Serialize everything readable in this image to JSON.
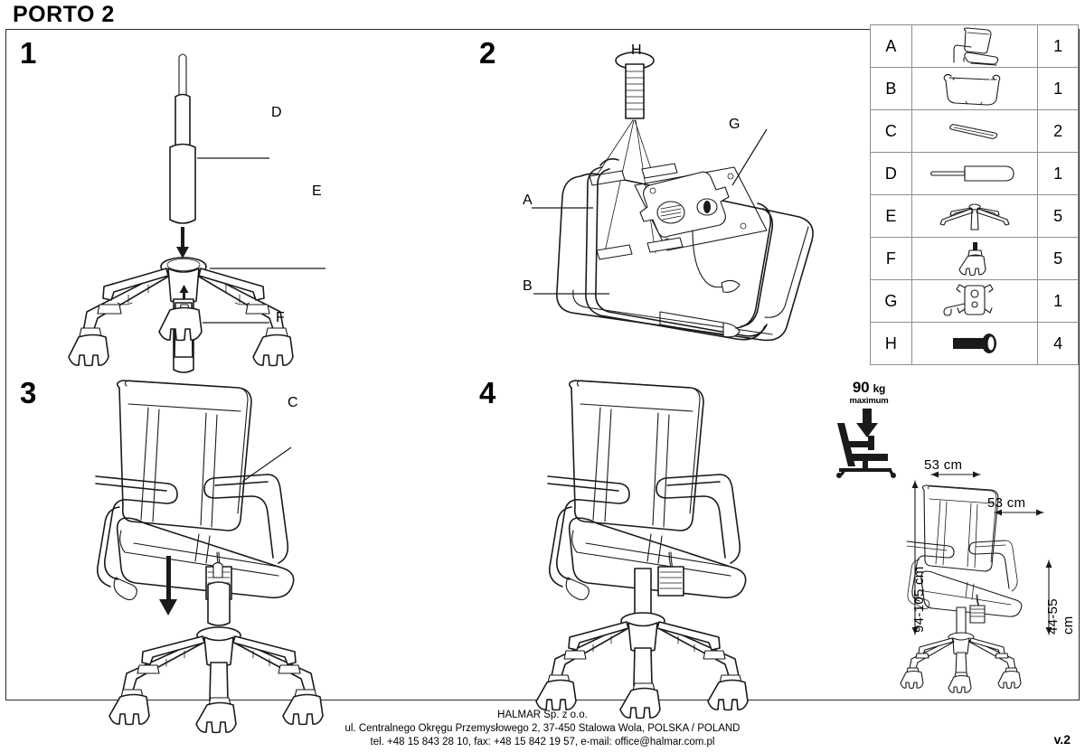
{
  "document": {
    "product_title": "PORTO 2",
    "version": "v.2"
  },
  "steps": [
    {
      "number": "1",
      "labels": [
        "D",
        "E",
        "F"
      ]
    },
    {
      "number": "2",
      "labels": [
        "H",
        "G",
        "A",
        "B"
      ]
    },
    {
      "number": "3",
      "labels": [
        "C"
      ]
    },
    {
      "number": "4",
      "labels": []
    }
  ],
  "step1_callouts": {
    "gas_lift": "D",
    "base": "E",
    "caster": "F"
  },
  "step2_callouts": {
    "bolt": "H",
    "mechanism": "G",
    "seat": "A",
    "armframe": "B"
  },
  "step3_callouts": {
    "armpad": "C"
  },
  "parts_table": {
    "rows": [
      {
        "letter": "A",
        "icon": "seat-backrest-icon",
        "qty": "1"
      },
      {
        "letter": "B",
        "icon": "arm-frame-icon",
        "qty": "1"
      },
      {
        "letter": "C",
        "icon": "arm-pad-icon",
        "qty": "2"
      },
      {
        "letter": "D",
        "icon": "gas-lift-icon",
        "qty": "1"
      },
      {
        "letter": "E",
        "icon": "five-star-base-icon",
        "qty": "5"
      },
      {
        "letter": "F",
        "icon": "caster-wheel-icon",
        "qty": "5"
      },
      {
        "letter": "G",
        "icon": "tilt-mechanism-icon",
        "qty": "1"
      },
      {
        "letter": "H",
        "icon": "bolt-screw-icon",
        "qty": "4"
      }
    ]
  },
  "weight_limit": {
    "value": "90",
    "unit": "kg",
    "caption": "maximum"
  },
  "dimensions": {
    "seat_width": "53 cm",
    "seat_depth": "53 cm",
    "total_height": "94-105 cm",
    "seat_height": "44-55 cm"
  },
  "footer": {
    "company": "HALMAR Sp. z o.o.",
    "address": "ul. Centralnego Okręgu Przemysłowego 2, 37-450 Stalowa Wola, POLSKA / POLAND",
    "contact": "tel. +48 15 843 28 10, fax: +48 15 842 19 57, e-mail: office@halmar.com.pl"
  }
}
